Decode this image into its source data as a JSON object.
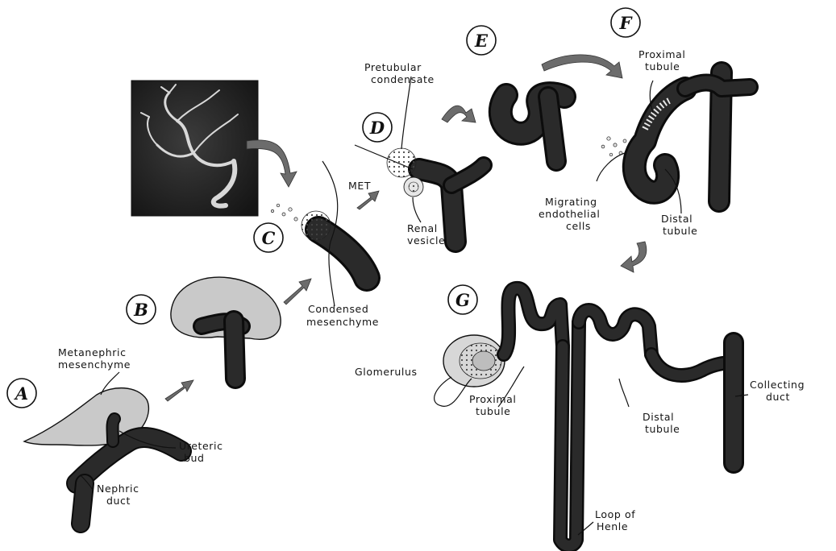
{
  "stages": [
    "A",
    "B",
    "C",
    "D",
    "E",
    "F",
    "G"
  ],
  "labels": {
    "metanephric_mesenchyme": [
      "Metanephric",
      "mesenchyme"
    ],
    "ureteric_bud": [
      "Ureteric",
      "bud"
    ],
    "nephric_duct": [
      "Nephric",
      "duct"
    ],
    "condensed_mesenchyme": [
      "Condensed",
      "mesenchyme"
    ],
    "met": "MET",
    "pretubular_condensate": [
      "Pretubular",
      "condensate"
    ],
    "renal_vesicle": [
      "Renal",
      "vesicle"
    ],
    "proximal_tubule_f": [
      "Proximal",
      "tubule"
    ],
    "migrating_endothelial_cells": [
      "Migrating",
      "endothelial",
      "cells"
    ],
    "distal_tubule_f": [
      "Distal",
      "tubule"
    ],
    "glomerulus": "Glomerulus",
    "proximal_tubule_g": [
      "Proximal",
      "tubule"
    ],
    "distal_tubule_g": [
      "Distal",
      "tubule"
    ],
    "collecting_duct": [
      "Collecting",
      "duct"
    ],
    "loop_of_henle": [
      "Loop of",
      "Henle"
    ]
  },
  "colors": {
    "duct": "#2a2a2a",
    "mesenchyme": "#c9c9c9",
    "arrow": "#6c6c6c",
    "photo_bg": "#2b2b2b"
  }
}
